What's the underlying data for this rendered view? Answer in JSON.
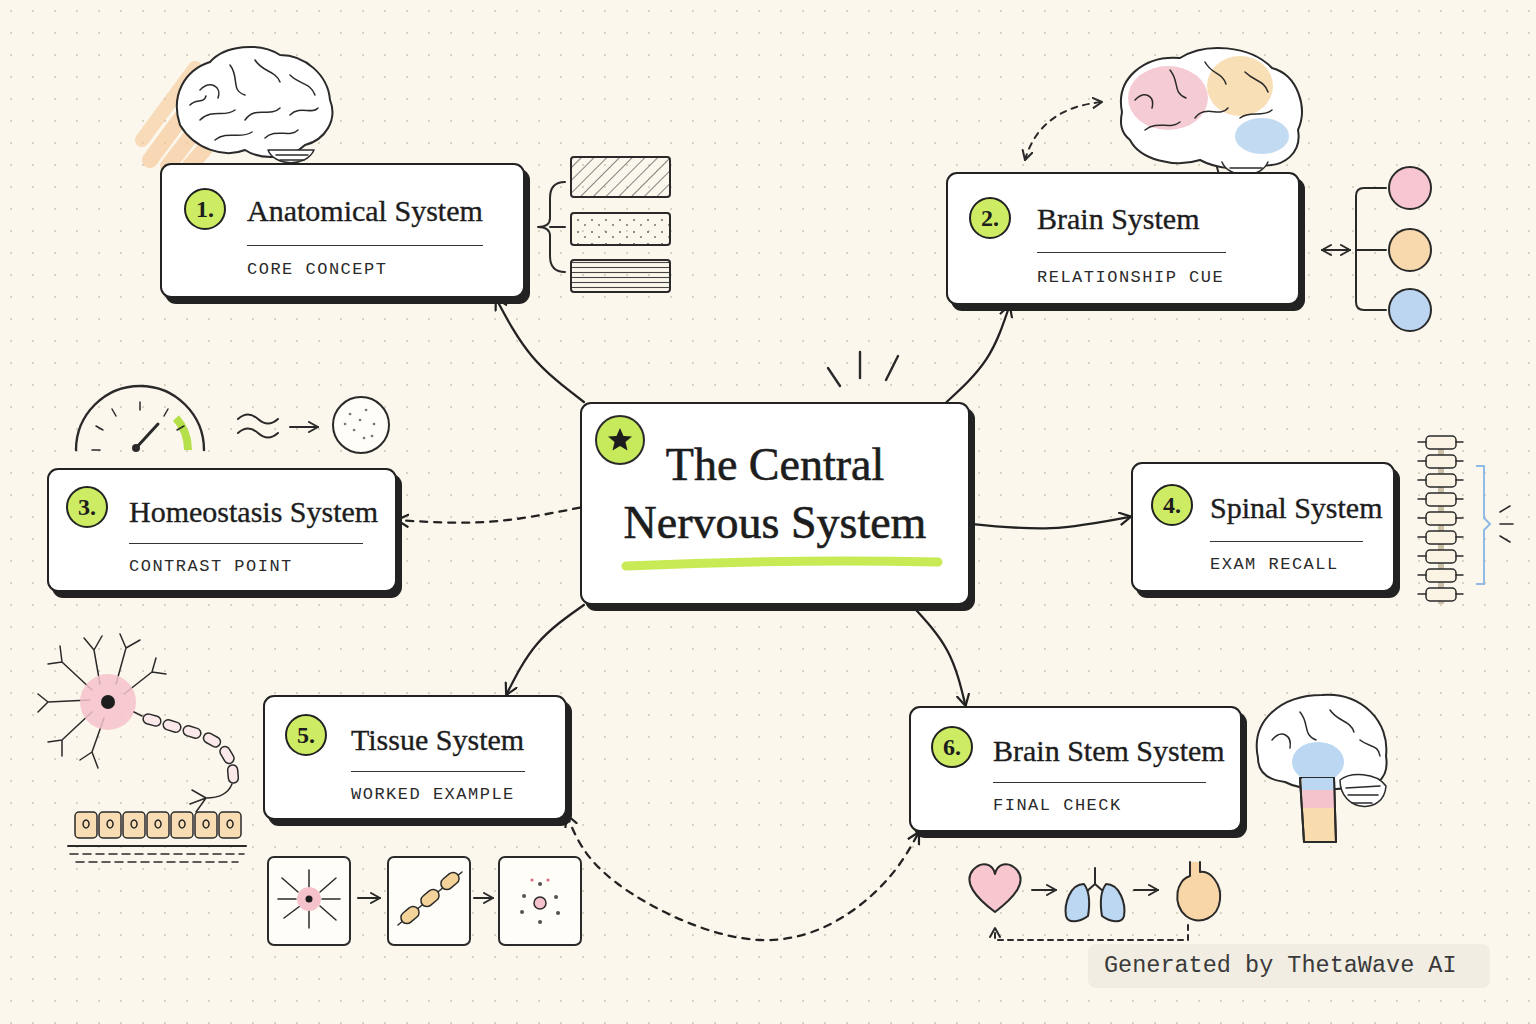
{
  "diagram": {
    "nodes": [
      {
        "text": [
          "The Central Nervous System"
        ]
      },
      {
        "text": [
          "Anatomical System",
          "CORE CONCEPT"
        ]
      },
      {
        "text": [
          "1."
        ],
        "in": 1
      },
      {
        "text": [
          "Brain System",
          "RELATIONSHIP CUE"
        ]
      },
      {
        "text": [
          "2."
        ],
        "in": 3
      },
      {
        "text": [
          "Homeostasis System",
          "CONTRAST POINT"
        ]
      },
      {
        "text": [
          "3."
        ],
        "in": 5
      },
      {
        "text": [
          "Spinal System",
          "EXAM RECALL"
        ]
      },
      {
        "text": [
          "4."
        ],
        "in": 7
      },
      {
        "text": [
          "Tissue System",
          "WORKED EXAMPLE"
        ]
      },
      {
        "text": [
          "5."
        ],
        "in": 9
      },
      {
        "text": [
          "Brain Stem System",
          "FINAL CHECK"
        ]
      },
      {
        "text": [
          "6."
        ],
        "in": 11
      }
    ],
    "edges": [
      {
        "from": 0,
        "to": 1,
        "arrow": "to"
      },
      {
        "from": 0,
        "to": 3,
        "arrow": "to"
      },
      {
        "from": 0,
        "to": 5,
        "arrow": "to"
      },
      {
        "from": 0,
        "to": 7,
        "arrow": "to"
      },
      {
        "from": 0,
        "to": 9,
        "arrow": "to"
      },
      {
        "from": 0,
        "to": 11,
        "arrow": "to"
      },
      {
        "from": 9,
        "to": 11,
        "arrow": "both"
      }
    ],
    "labels": [
      "Generated by ThetaWave AI"
    ]
  }
}
